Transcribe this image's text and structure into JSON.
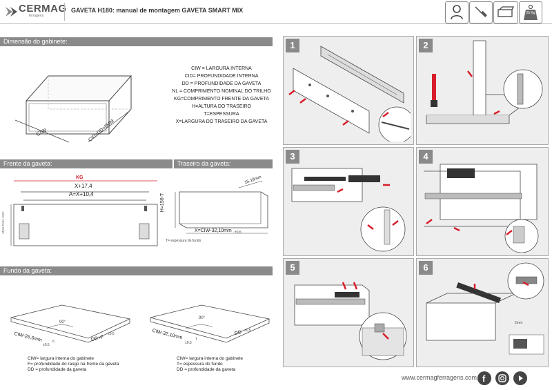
{
  "header": {
    "brand": "CERMAG",
    "brand_sub": "ferragens",
    "title": "GAVETA H180: manual de montagem GAVETA SMART MIX",
    "weight_badge": "25 Kg"
  },
  "sections": {
    "cabinet": "Dimensão do gabinete:",
    "front": "Frente da gaveta:",
    "back": "Traseiro da gaveta:",
    "bottom": "Fundo da gaveta:"
  },
  "cabinet": {
    "ciw_label": "CIW",
    "cid_label": "CID=DD+5MM",
    "legend": [
      "CIW = LARGURA INTERNA",
      "CID= PROFUNDIDADE INTERNA",
      "DD = PROFUNDIDADE DA GAVETA",
      "NL = COMPRIMENTO NOMINAL DO TRILHO",
      "KG=COMPRIMENTO FRENTE DA GAVETA",
      "H=ALTURA DO TRASEIRO",
      "T=ESPESSURA",
      "X=LARGURA DO TRASEIRO DA GAVETA"
    ]
  },
  "front": {
    "kg": "KG",
    "x_plus": "X+17,4",
    "a_eq": "A=X+10,4",
    "side_note": "altura frente canto"
  },
  "back": {
    "thickness": "15-18mm",
    "height": "H=156-T",
    "width": "X=CIW-32,10mm",
    "tol": "±0,5",
    "note": "T= espessura do fundo"
  },
  "bottom": {
    "left": {
      "angle": "90°",
      "width": "CIW-26,6mm",
      "width_tol": "±0,5",
      "f": "6",
      "depth": "DD+F",
      "depth_tol": "±0,5",
      "legend": [
        "CIW= largura interna do gabinete",
        "F= profundidade do rasgo na frente da gaveta",
        "DD = profundidade da gaveta"
      ]
    },
    "right": {
      "angle": "90°",
      "width": "CIW-32,10mm",
      "width_tol": "±0,5",
      "t": "T",
      "depth": "DD",
      "depth_tol": "±0,5",
      "legend": [
        "CIW= largura interna do gabinete",
        "T= espessura do fundo",
        "DD = profundidade da gaveta"
      ]
    }
  },
  "steps": [
    "1",
    "2",
    "3",
    "4",
    "5",
    "6"
  ],
  "step6_note": "2mm",
  "footer": {
    "url": "www.cermagferragens.com.br"
  },
  "colors": {
    "section_bar": "#8a8a8a",
    "panel_bg": "#eeeeee",
    "arrow_red": "#d81e2c",
    "kg_red": "#d81e2c"
  }
}
